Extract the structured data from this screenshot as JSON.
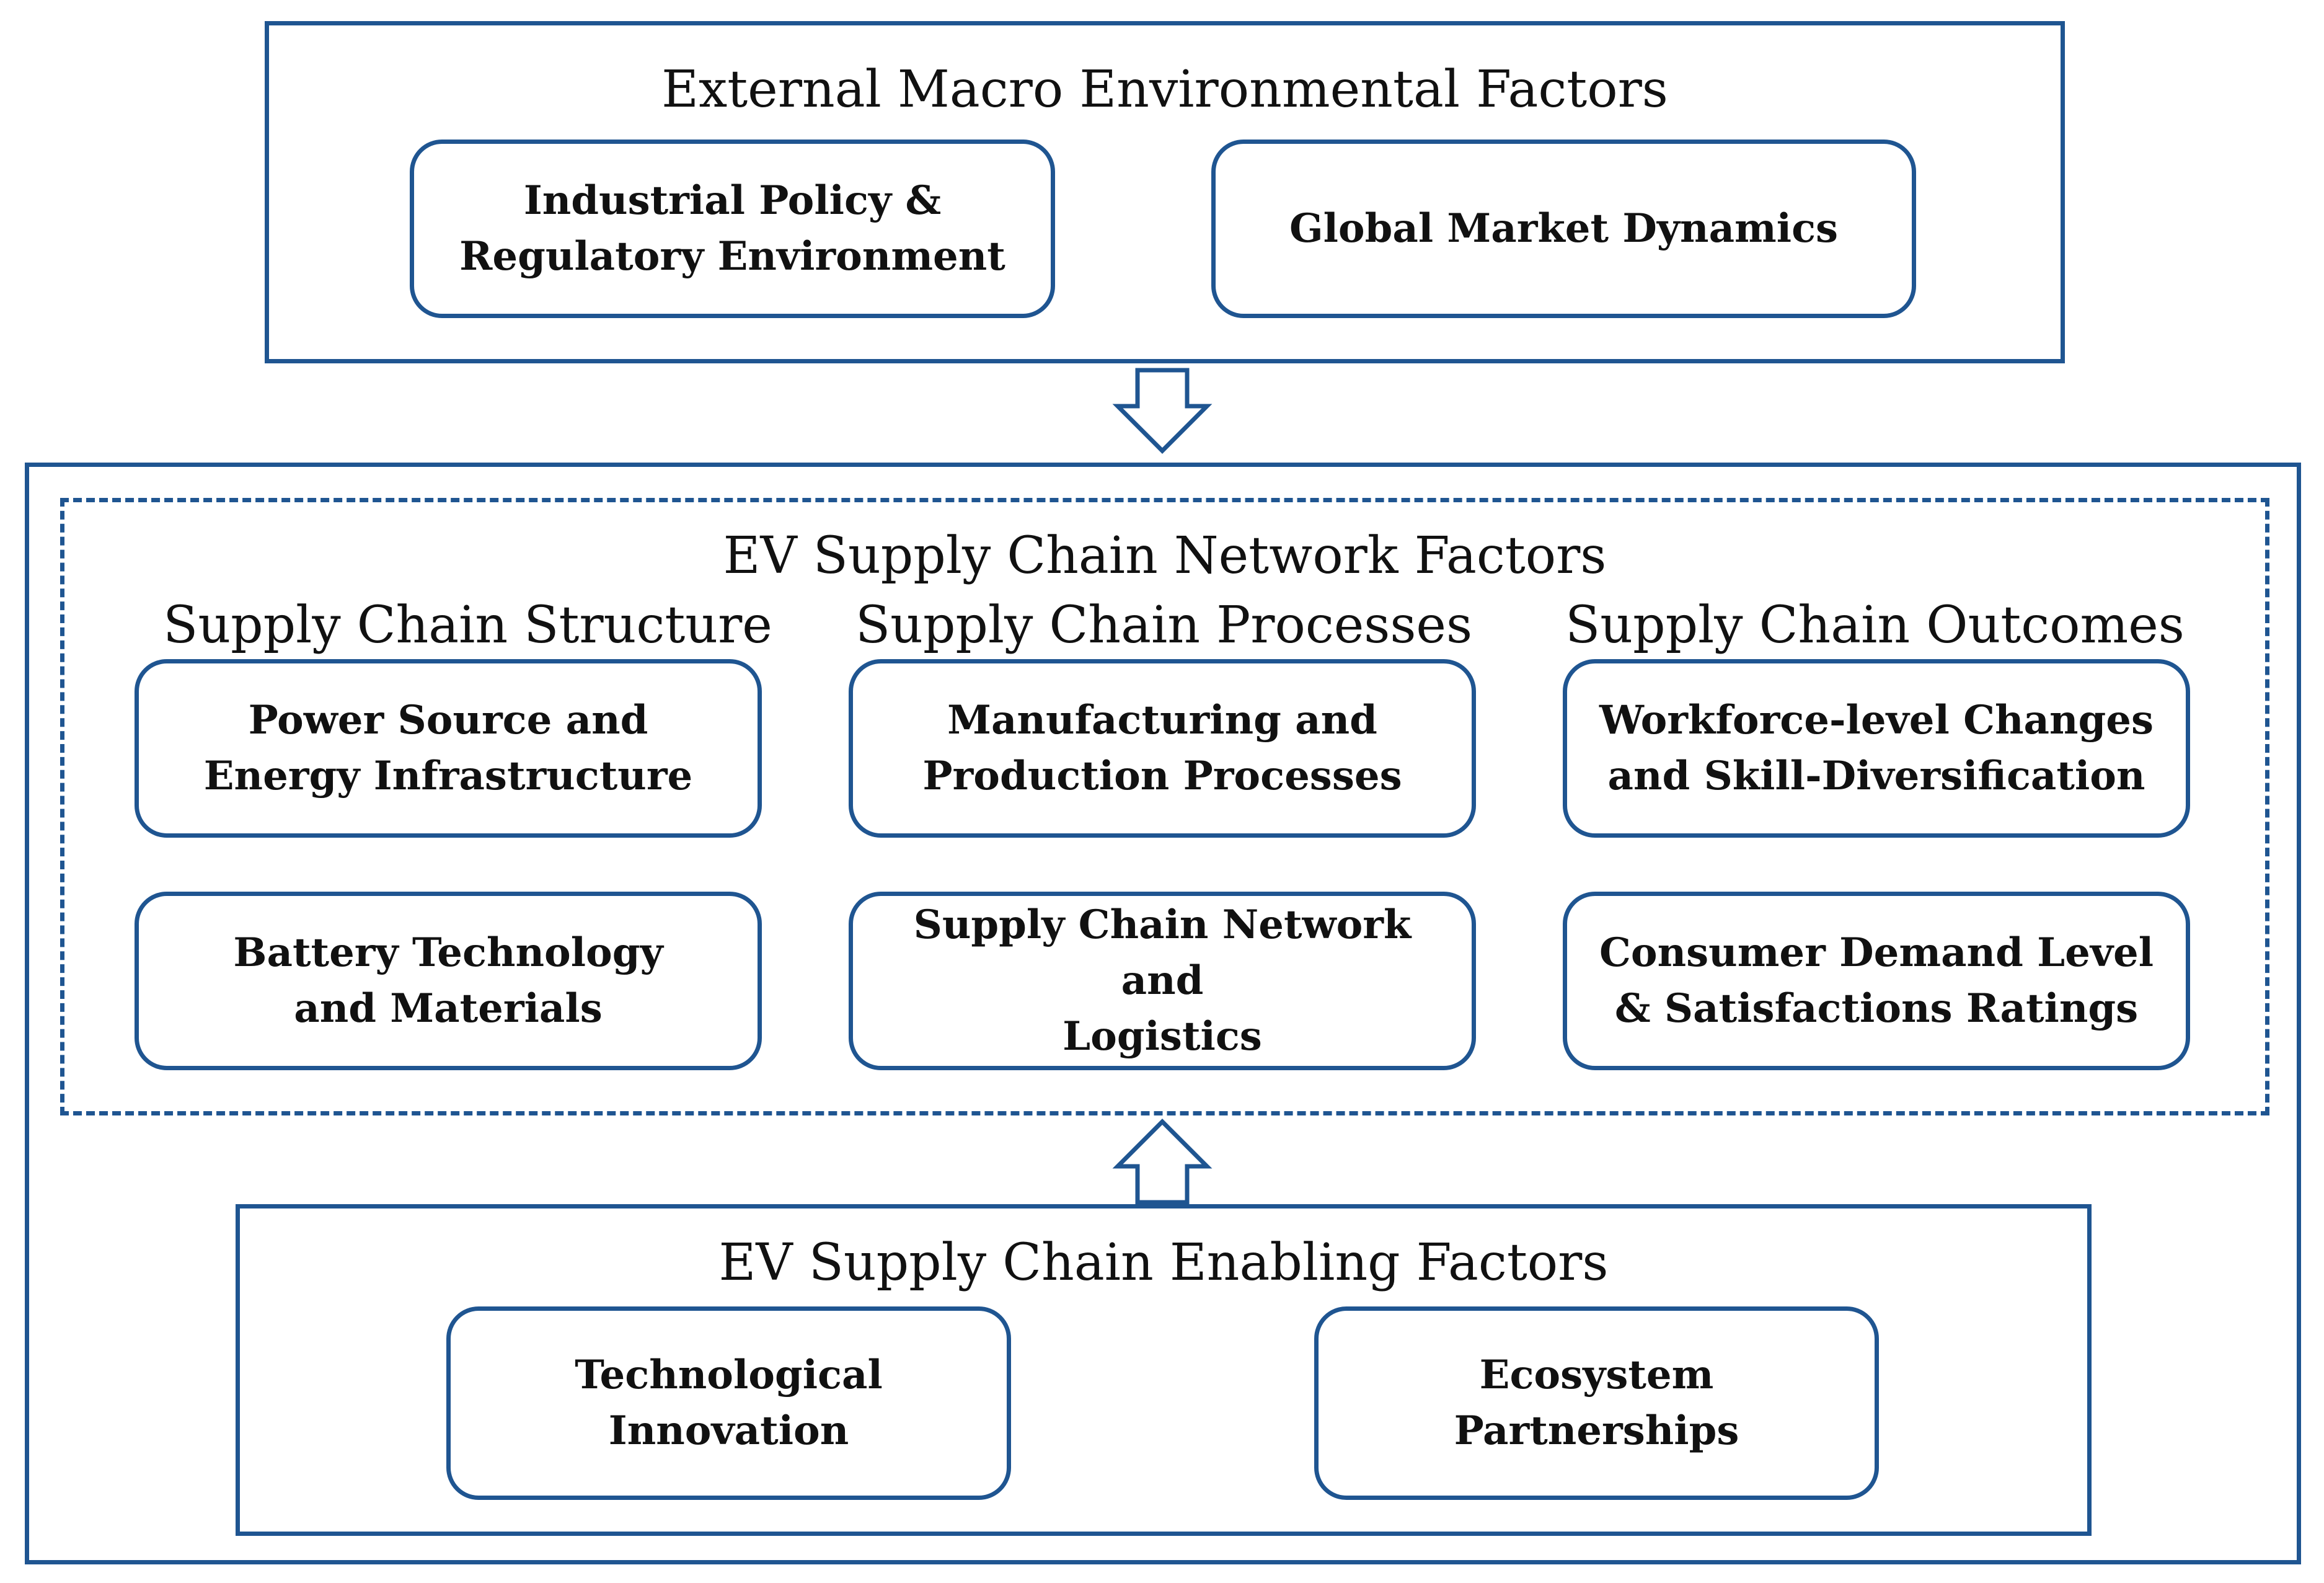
{
  "external": {
    "title": "External Macro Environmental Factors",
    "boxes": [
      {
        "label": "Industrial Policy &\nRegulatory Environment"
      },
      {
        "label": "Global Market Dynamics"
      }
    ]
  },
  "network": {
    "title": "EV Supply Chain Network Factors",
    "columns": [
      {
        "title": "Supply Chain Structure",
        "boxes": [
          {
            "label": "Power Source and\nEnergy Infrastructure"
          },
          {
            "label": "Battery Technology\nand Materials"
          }
        ]
      },
      {
        "title": "Supply Chain Processes",
        "boxes": [
          {
            "label": "Manufacturing and\nProduction Processes"
          },
          {
            "label": "Supply Chain Network and\nLogistics"
          }
        ]
      },
      {
        "title": "Supply Chain Outcomes",
        "boxes": [
          {
            "label": "Workforce-level Changes\nand Skill-Diversification"
          },
          {
            "label": "Consumer Demand Level\n& Satisfactions Ratings"
          }
        ]
      }
    ]
  },
  "enabling": {
    "title": "EV Supply Chain Enabling Factors",
    "boxes": [
      {
        "label": "Technological\nInnovation"
      },
      {
        "label": "Ecosystem\nPartnerships"
      }
    ]
  },
  "colors": {
    "accent": "#1f5591",
    "text": "#111111",
    "background": "#ffffff"
  },
  "icons": {
    "down_arrow": "hollow-down-arrow-icon",
    "up_arrow": "hollow-up-arrow-icon"
  }
}
